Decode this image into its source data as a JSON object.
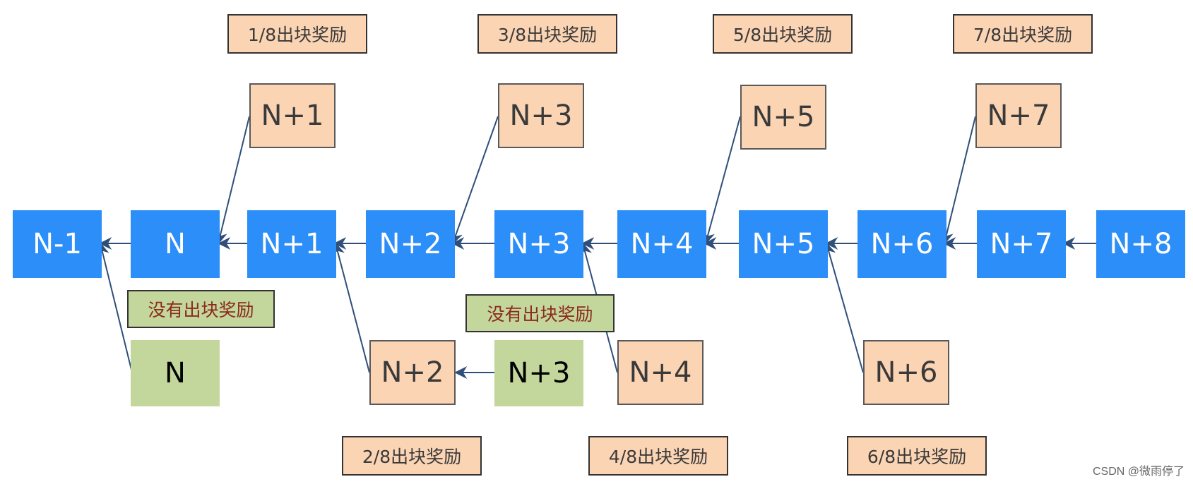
{
  "main_chain": [
    "N-1",
    "N",
    "N+1",
    "N+2",
    "N+3",
    "N+4",
    "N+5",
    "N+6",
    "N+7",
    "N+8"
  ],
  "top_uncles": [
    "N+1",
    "N+3",
    "N+5",
    "N+7"
  ],
  "bottom_uncles": [
    "N+2",
    "N+4",
    "N+6"
  ],
  "orphans": [
    "N",
    "N+3"
  ],
  "top_rewards": [
    "1/8出块奖励",
    "3/8出块奖励",
    "5/8出块奖励",
    "7/8出块奖励"
  ],
  "bottom_rewards": [
    "2/8出块奖励",
    "4/8出块奖励",
    "6/8出块奖励"
  ],
  "no_reward_labels": [
    "没有出块奖励",
    "没有出块奖励"
  ],
  "watermark": "CSDN @微雨停了",
  "colors": {
    "main_block": "#2c8ef8",
    "uncle_block": "#fbd4b4",
    "orphan_block": "#c3d69b",
    "no_reward_text": "#8b2a1e",
    "arrow": "#2f4f7a"
  }
}
